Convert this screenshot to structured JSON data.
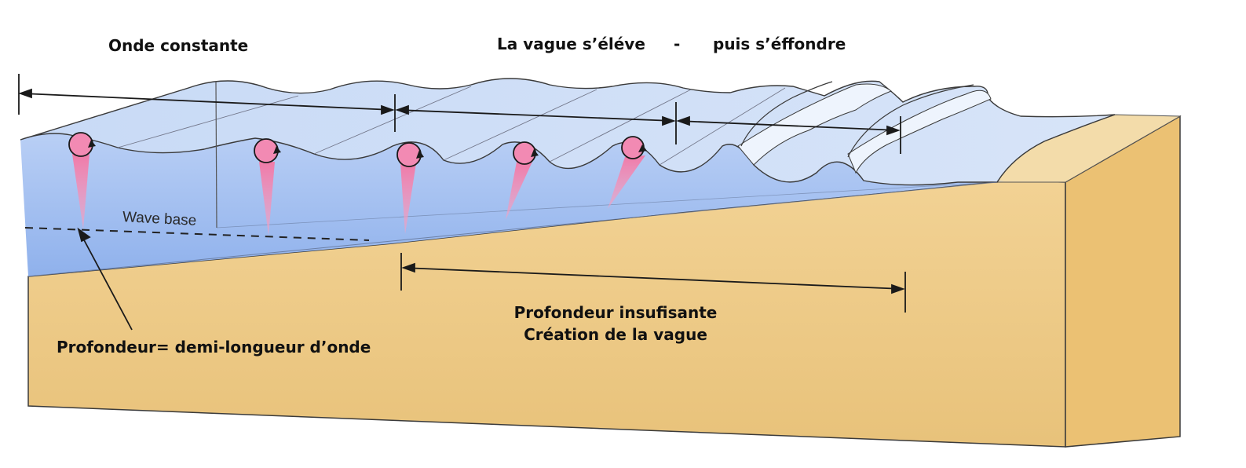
{
  "labels": {
    "onde_constante": "Onde constante",
    "vague_eleve": "La vague s’éléve",
    "dash": "-",
    "puis_effondre": "puis s’éffondre",
    "wave_base": "Wave base",
    "profondeur_insuffisante": "Profondeur insufisante",
    "creation_vague": "Création de la vague",
    "profondeur_demi": "Profondeur= demi-longueur d’onde"
  },
  "colors": {
    "water_surface": "#c9dcf6",
    "water_body": "#8fb4ee",
    "sand": "#f0cf8c",
    "sand_side": "#e9bf6f",
    "orbit": "#f28ab3",
    "line": "#1a1a1a"
  }
}
